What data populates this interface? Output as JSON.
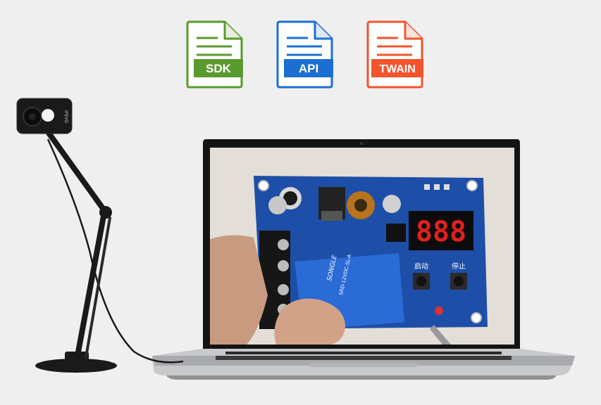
{
  "icons": [
    {
      "name": "sdk",
      "label": "SDK",
      "color": "#5a9a2e",
      "icon": "document-icon"
    },
    {
      "name": "api",
      "label": "API",
      "color": "#1c6fd1",
      "icon": "document-icon"
    },
    {
      "name": "twain",
      "label": "TWAIN",
      "color": "#f2542d",
      "icon": "document-icon"
    }
  ],
  "camera": {
    "brand": "IPEVO"
  },
  "screen": {
    "display_digits": "888",
    "button_labels": [
      "启动",
      "停止"
    ],
    "relay_brand": "SONGLE",
    "relay_model": "SRD-12VDC-SL-A"
  },
  "colors": {
    "background": "#efefef",
    "pcb": "#1d4fa8",
    "relay": "#2a6bd6",
    "laptop_body": "#c8c9cb",
    "laptop_bezel": "#141414",
    "camera": "#1a1a1a"
  }
}
